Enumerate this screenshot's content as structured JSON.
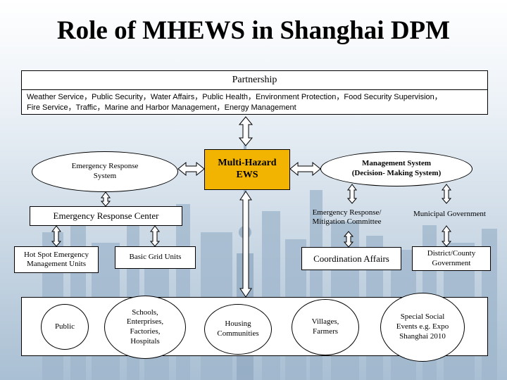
{
  "title": "Role of MHEWS in Shanghai DPM",
  "partnership": {
    "label": "Partnership",
    "members_line1": "Weather Service，Public Security，Water Affairs，Public Health，Environment Protection，Food Security Supervision，",
    "members_line2": "Fire Service，Traffic，Marine and Harbor Management，Energy Management"
  },
  "nodes": {
    "emergency_response_system": "Emergency Response System",
    "multi_hazard_ews": "Multi-Hazard EWS",
    "management_system_line1": "Management System",
    "management_system_line2": "(Decision- Making System)",
    "emergency_response_center": "Emergency Response Center",
    "er_mitigation_committee": "Emergency Response/ Mitigation Committee",
    "municipal_government": "Municipal Government",
    "hot_spot_units": "Hot Spot Emergency Management Units",
    "basic_grid_units": "Basic Grid Units",
    "coordination_affairs": "Coordination Affairs",
    "district_county_government": "District/County Government"
  },
  "bottom": {
    "public": "Public",
    "schools": "Schools, Enterprises, Factories, Hospitals",
    "housing": "Housing Communities",
    "villages": "Villages, Farmers",
    "special_events": "Special Social Events e.g. Expo Shanghai 2010"
  },
  "colors": {
    "ews_fill": "#f2b400",
    "sky_top": "#d5e2ee",
    "sky_bottom": "#a9bfd3",
    "skyline": "#8ea9c2"
  }
}
